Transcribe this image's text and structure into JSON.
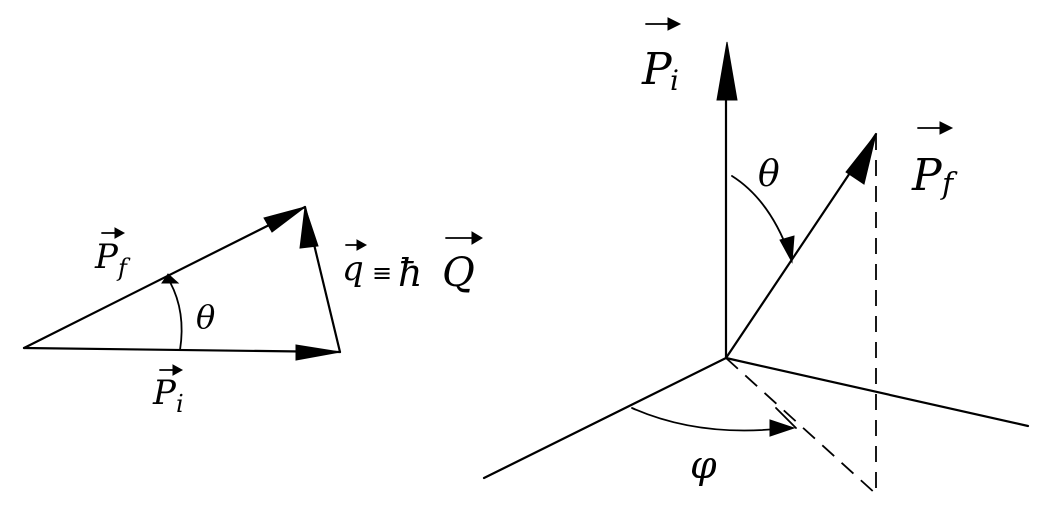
{
  "left_diagram": {
    "pf_label": "P",
    "pf_sub": "f",
    "pi_label": "P",
    "pi_sub": "i",
    "theta_label": "θ",
    "q_label": "q",
    "equiv_symbol": "≡",
    "hbar_label": "ħ",
    "Q_label": "Q"
  },
  "right_diagram": {
    "pi_label": "P",
    "pi_sub": "i",
    "pf_label": "P",
    "pf_sub": "f",
    "theta_label": "θ",
    "phi_label": "φ"
  }
}
